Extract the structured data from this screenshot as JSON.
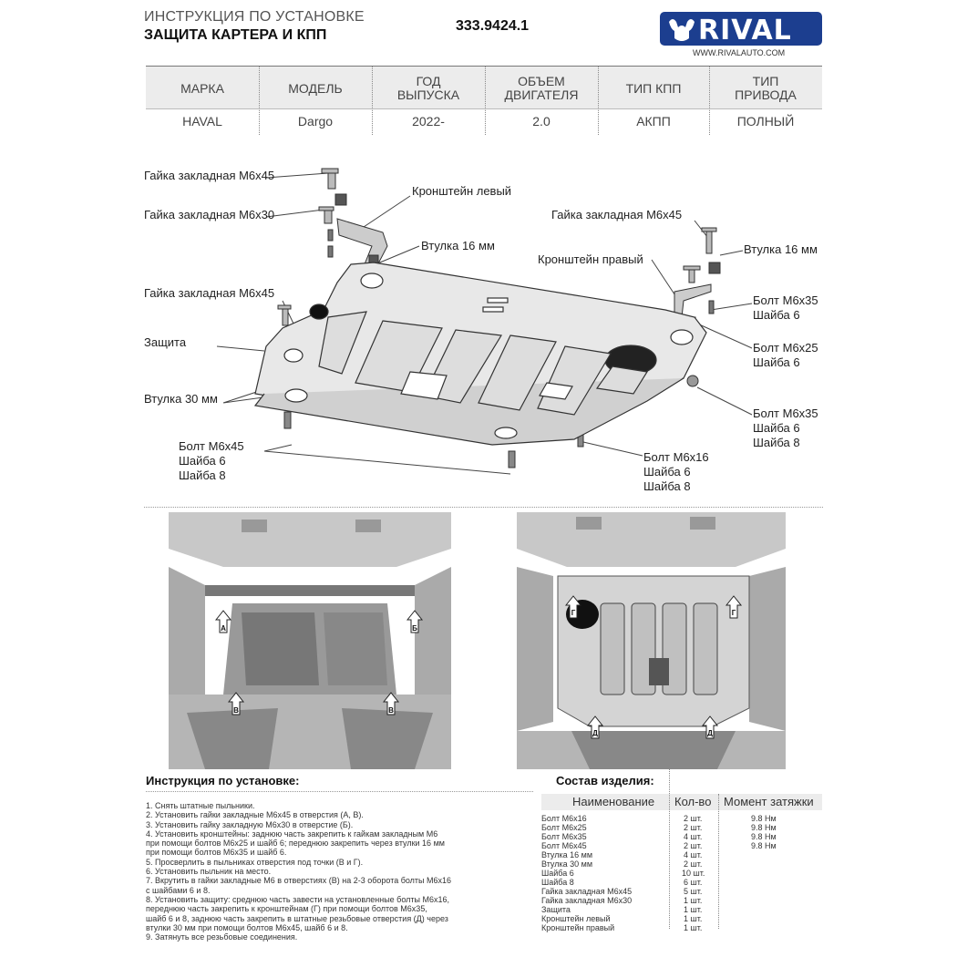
{
  "header": {
    "line1": "ИНСТРУКЦИЯ ПО УСТАНОВКЕ",
    "line2": "ЗАЩИТА КАРТЕРА И КПП",
    "article": "333.9424.1",
    "logo_text": "RIVAL",
    "logo_url": "WWW.RIVALAUTO.COM",
    "brand_color": "#1c3e8f"
  },
  "spec_table": {
    "columns": [
      {
        "header": "МАРКА",
        "value": "HAVAL"
      },
      {
        "header": "МОДЕЛЬ",
        "value": "Dargo"
      },
      {
        "header": "ГОД ВЫПУСКА",
        "value": "2022-"
      },
      {
        "header": "ОБЪЕМ ДВИГАТЕЛЯ",
        "value": "2.0"
      },
      {
        "header": "ТИП КПП",
        "value": "АКПП"
      },
      {
        "header": "ТИП ПРИВОДА",
        "value": "ПОЛНЫЙ"
      }
    ]
  },
  "diagram_labels": {
    "nut_m6x45_1": "Гайка закладная М6х45",
    "nut_m6x30": "Гайка закладная М6х30",
    "bracket_left": "Кронштейн левый",
    "bushing16_1": "Втулка 16 мм",
    "nut_m6x45_3": "Гайка закладная М6х45",
    "shield": "Защита",
    "bushing30": "Втулка 30 мм",
    "bolt_m6x45_l1": "Болт М6х45",
    "bolt_m6x45_l2": "Шайба 6",
    "bolt_m6x45_l3": "Шайба 8",
    "nut_m6x45_2": "Гайка закладная М6х45",
    "bushing16_2": "Втулка 16 мм",
    "bracket_right": "Кронштейн правый",
    "bolt_m6x35a_l1": "Болт М6х35",
    "bolt_m6x35a_l2": "Шайба 6",
    "bolt_m6x25_l1": "Болт М6х25",
    "bolt_m6x25_l2": "Шайба 6",
    "bolt_m6x35b_l1": "Болт М6х35",
    "bolt_m6x35b_l2": "Шайба 6",
    "bolt_m6x35b_l3": "Шайба 8",
    "bolt_m6x16_l1": "Болт М6х16",
    "bolt_m6x16_l2": "Шайба 6",
    "bolt_m6x16_l3": "Шайба 8"
  },
  "photo_markers": {
    "a": "А",
    "b": "Б",
    "v": "В",
    "g": "Г",
    "d": "Д"
  },
  "instructions": {
    "title": "Инструкция по установке:",
    "lines": [
      "1. Снять штатные пыльники.",
      "2. Установить гайки закладные М6х45 в отверстия (А, В).",
      "3. Установить гайку закладную М6х30 в отверстие (Б).",
      "4. Установить кронштейны: заднюю часть закрепить к гайкам закладным М6",
      "при помощи болтов М6х25 и шайб 6; переднюю закрепить через втулки 16 мм",
      "при помощи болтов М6х35 и шайб 6.",
      "5. Просверлить в пыльниках отверстия под точки (В и Г).",
      "6. Установить пыльник на место.",
      "7. Вкрутить в гайки закладные М6 в отверстиях (В) на 2-3 оборота болты М6х16",
      "с шайбами 6 и 8.",
      "8. Установить защиту: среднюю часть завести на установленные болты М6х16,",
      "переднюю часть закрепить к кронштейнам (Г) при помощи болтов М6х35,",
      "шайб 6 и 8, заднюю часть закрепить в штатные резьбовые отверстия (Д) через",
      "втулки 30 мм при помощи болтов М6х45, шайб 6 и 8.",
      "9. Затянуть все резьбовые соединения."
    ]
  },
  "composition": {
    "title": "Состав изделия:",
    "headers": {
      "name": "Наименование",
      "qty": "Кол-во",
      "torque": "Момент затяжки"
    },
    "rows": [
      {
        "name": "Болт М6х16",
        "qty": "2 шт.",
        "torque": "9.8 Нм"
      },
      {
        "name": "Болт М6х25",
        "qty": "2 шт.",
        "torque": "9.8 Нм"
      },
      {
        "name": "Болт М6х35",
        "qty": "4 шт.",
        "torque": "9.8 Нм"
      },
      {
        "name": "Болт М6х45",
        "qty": "2 шт.",
        "torque": "9.8 Нм"
      },
      {
        "name": "Втулка 16 мм",
        "qty": "4 шт.",
        "torque": ""
      },
      {
        "name": "Втулка 30 мм",
        "qty": "2 шт.",
        "torque": ""
      },
      {
        "name": "Шайба 6",
        "qty": "10 шт.",
        "torque": ""
      },
      {
        "name": "Шайба 8",
        "qty": "6 шт.",
        "torque": ""
      },
      {
        "name": "Гайка закладная М6х45",
        "qty": "5 шт.",
        "torque": ""
      },
      {
        "name": "Гайка закладная М6х30",
        "qty": "1 шт.",
        "torque": ""
      },
      {
        "name": "Защита",
        "qty": "1 шт.",
        "torque": ""
      },
      {
        "name": "Кронштейн левый",
        "qty": "1 шт.",
        "torque": ""
      },
      {
        "name": "Кронштейн правый",
        "qty": "1 шт.",
        "torque": ""
      }
    ]
  }
}
